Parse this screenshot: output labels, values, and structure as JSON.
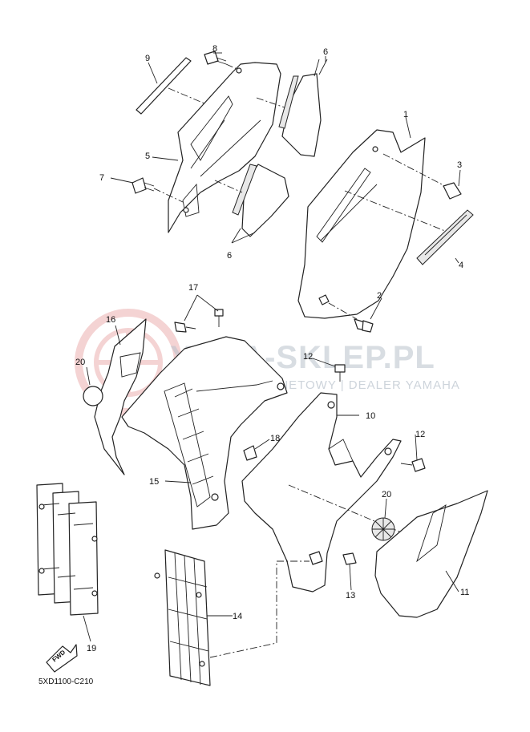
{
  "watermark": {
    "title": "YAMA-SKLEP.PL",
    "subtitle": "SKLEP INTERNETOWY | DEALER YAMAHA"
  },
  "fwd_label": "FWD",
  "diagram_code": "5XD1100-C210",
  "callouts": {
    "c1": "1",
    "c2": "2",
    "c3": "3",
    "c4": "4",
    "c5": "5",
    "c6a": "6",
    "c6b": "6",
    "c7": "7",
    "c8": "8",
    "c9": "9",
    "c10": "10",
    "c11": "11",
    "c12a": "12",
    "c12b": "12",
    "c13": "13",
    "c14": "14",
    "c15": "15",
    "c16": "16",
    "c17": "17",
    "c18": "18",
    "c19": "19",
    "c20a": "20",
    "c20b": "20"
  },
  "colors": {
    "watermark_red": "#e8a0a0",
    "watermark_grey": "#b9c2cc",
    "line": "#222222"
  }
}
